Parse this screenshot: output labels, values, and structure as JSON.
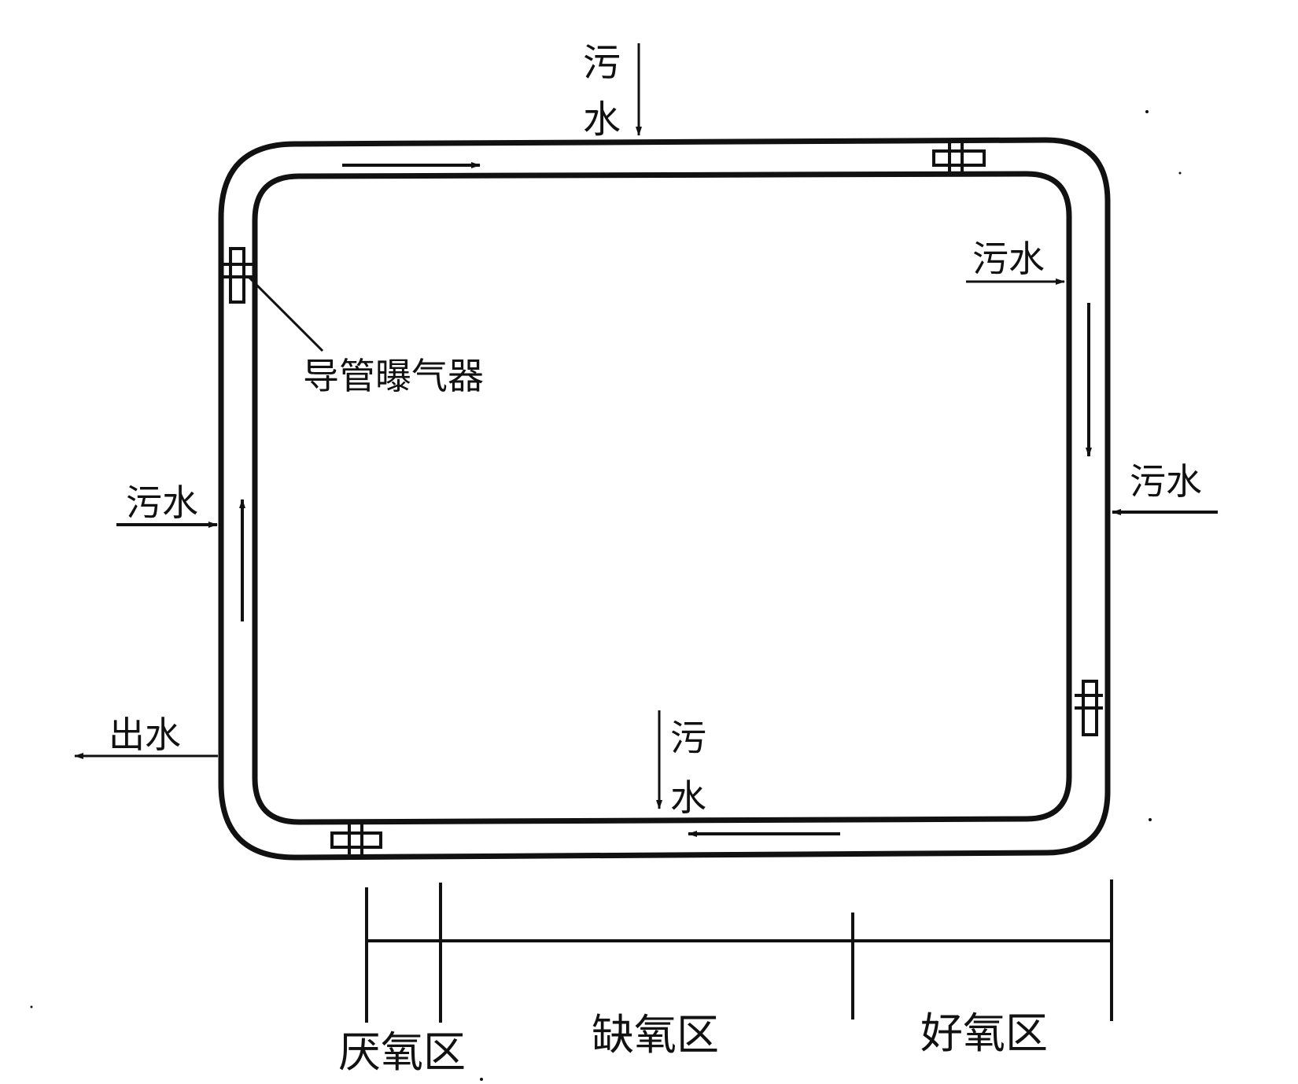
{
  "labels": {
    "sewage": "污水",
    "sewage_top_1": "污",
    "sewage_top_2": "水",
    "sewage_bottom_1": "污",
    "sewage_bottom_2": "水",
    "outlet": "出水",
    "aerator": "导管曝气器"
  },
  "zones": {
    "anaerobic": "厌氧区",
    "anoxic": "缺氧区",
    "aerobic": "好氧区"
  },
  "colors": {
    "ink": "#111111",
    "background": "#ffffff"
  }
}
